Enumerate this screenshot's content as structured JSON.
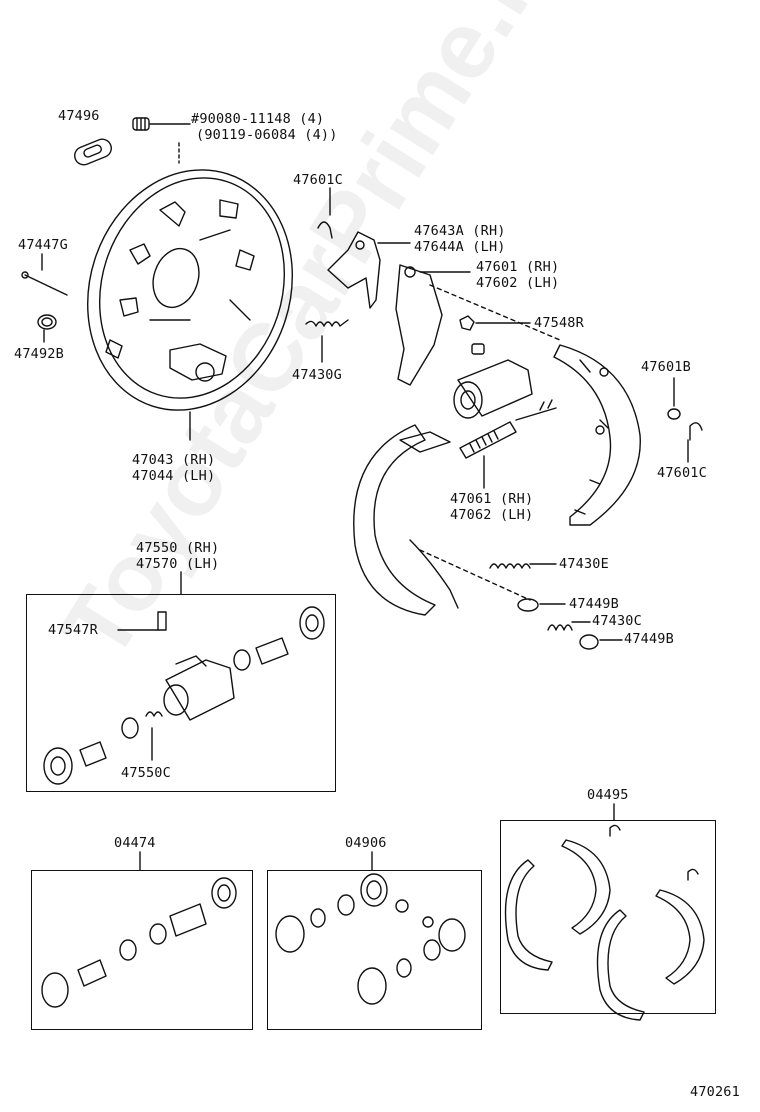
{
  "diagram_number": "470261",
  "watermark": "ToyotaCarPrime.ru",
  "labels": {
    "p47496": "47496",
    "p90080": "#90080-11148 (4)",
    "p90119": "(90119-06084 (4))",
    "p47447g": "47447G",
    "p47492b": "47492B",
    "p47601c_top": "47601C",
    "p47643a": "47643A (RH)",
    "p47644a": "47644A (LH)",
    "p47601": "47601 (RH)",
    "p47602": "47602 (LH)",
    "p47548r": "47548R",
    "p47430g": "47430G",
    "p47601b": "47601B",
    "p47601c_right": "47601C",
    "p47043": "47043 (RH)",
    "p47044": "47044 (LH)",
    "p47061": "47061 (RH)",
    "p47062": "47062 (LH)",
    "p47430e": "47430E",
    "p47449b_top": "47449B",
    "p47430c": "47430C",
    "p47449b_bottom": "47449B",
    "p47550": "47550 (RH)",
    "p47570": "47570 (LH)",
    "p47547r": "47547R",
    "p47550c": "47550C",
    "p04495": "04495",
    "p04474": "04474",
    "p04906": "04906"
  }
}
